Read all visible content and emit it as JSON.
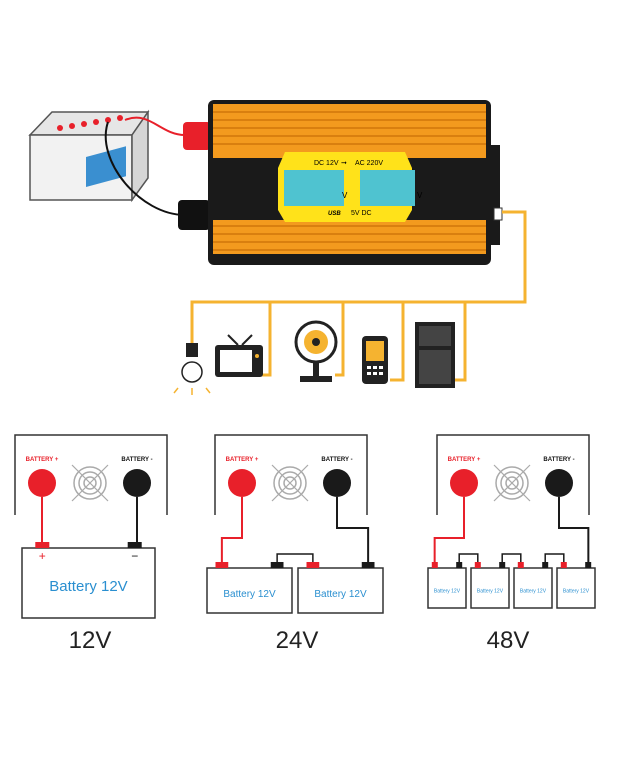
{
  "inverter": {
    "conversion_from": "DC 12V",
    "conversion_to": "AC 220V",
    "display_unit_left": "V",
    "display_unit_right": "V",
    "usb_label": "USB",
    "usb_output": "5V DC"
  },
  "panels": [
    {
      "pos_label": "BATTERY +",
      "neg_label": "BATTERY -",
      "batteries": [
        "Battery 12V"
      ],
      "voltage": "12V"
    },
    {
      "pos_label": "BATTERY +",
      "neg_label": "BATTERY -",
      "batteries": [
        "Battery 12V",
        "Battery 12V"
      ],
      "voltage": "24V"
    },
    {
      "pos_label": "BATTERY +",
      "neg_label": "BATTERY -",
      "batteries": [
        "Battery 12V",
        "Battery 12V",
        "Battery 12V",
        "Battery 12V"
      ],
      "voltage": "48V"
    }
  ],
  "single_battery_terminals": {
    "plus": "+",
    "minus": "−"
  },
  "colors": {
    "orange": "#f39a1e",
    "yellow": "#ffe21a",
    "lcd": "#4fc3d0",
    "red": "#e8202a",
    "wire": "#f5b330",
    "battery_text": "#2a8fd0"
  }
}
